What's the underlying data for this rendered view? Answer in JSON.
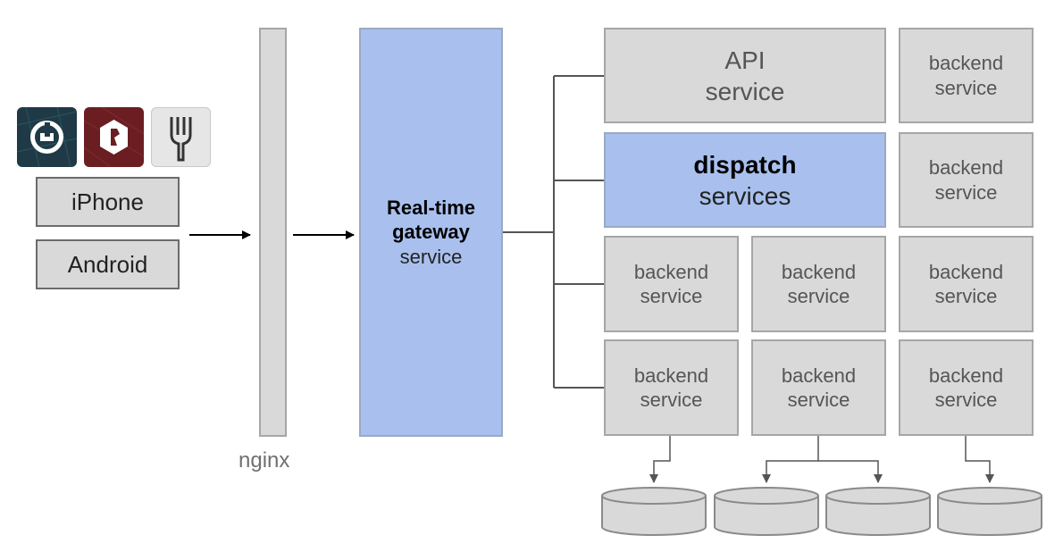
{
  "clients": {
    "apps": [
      {
        "name": "uber-icon",
        "color": "#1f3a46"
      },
      {
        "name": "ubereats-icon",
        "color": "#6b1e22"
      },
      {
        "name": "fork-icon",
        "color": "#e6e6e6"
      }
    ],
    "iphone_label": "iPhone",
    "android_label": "Android"
  },
  "nginx": {
    "label": "nginx"
  },
  "gateway": {
    "title_line1": "Real-time",
    "title_line2": "gateway",
    "subtitle": "service"
  },
  "api": {
    "line1": "API",
    "line2": "service"
  },
  "dispatch": {
    "line1": "dispatch",
    "line2": "services"
  },
  "backend": {
    "line1": "backend",
    "line2": "service"
  },
  "colors": {
    "gray_fill": "#d9d9d9",
    "blue_fill": "#a9c0ee",
    "line": "#555555"
  }
}
